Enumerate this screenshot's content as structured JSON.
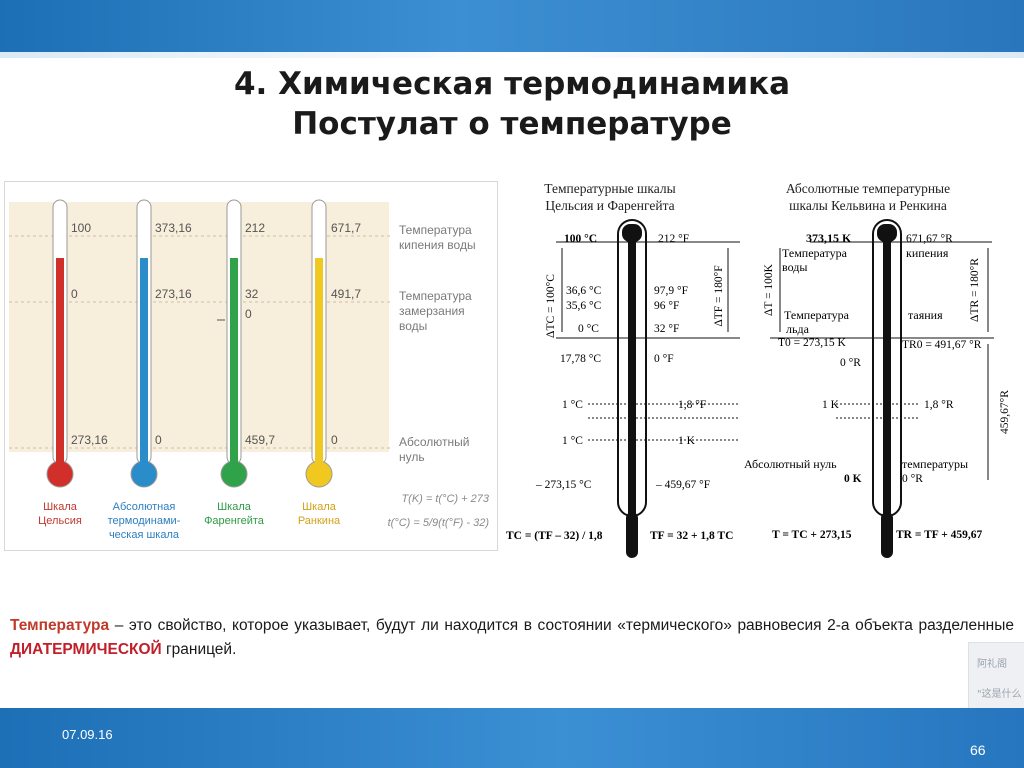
{
  "slide": {
    "title_line1": "4. Химическая термодинамика",
    "title_line2": "Постулат о температуре",
    "date": "07.09.16",
    "page_number": "66"
  },
  "paragraph": {
    "term": "Температура",
    "text_part1": " – это свойство, которое указывает, будут ли находится в состоянии «термического» равновесия 2-а объекта разделенные ",
    "highlight": "ДИАТЕРМИЧЕСКОЙ",
    "text_part2": " границей."
  },
  "left_figure": {
    "thermometers": [
      {
        "caption_1": "Шкала",
        "caption_2": "Цельсия",
        "caption_3": "",
        "top_value": "100",
        "mid_value": "0",
        "low_value": "273,16",
        "low_value_2": "",
        "liquid": "#d1302a"
      },
      {
        "caption_1": "Абсолютная",
        "caption_2": "термодинами-",
        "caption_3": "ческая шкала",
        "top_value": "373,16",
        "mid_value": "273,16",
        "low_value": "0",
        "low_value_2": "",
        "liquid": "#2a8cc8"
      },
      {
        "caption_1": "Шкала",
        "caption_2": "Фаренгейта",
        "caption_3": "",
        "top_value": "212",
        "mid_value": "32",
        "low_value": "459,7",
        "low_value_2": "0",
        "liquid": "#2fa24a"
      },
      {
        "caption_1": "Шкала",
        "caption_2": "Ранкина",
        "caption_3": "",
        "top_value": "671,7",
        "mid_value": "491,7",
        "low_value": "0",
        "low_value_2": "",
        "liquid": "#f0c820"
      }
    ],
    "labels": {
      "boiling_1": "Температура",
      "boiling_2": "кипения воды",
      "freezing_1": "Температура",
      "freezing_2": "замерзания",
      "freezing_3": "воды",
      "absolute_1": "Абсолютный",
      "absolute_2": "нуль"
    },
    "formula_1": "T(K) = t(°C) + 273",
    "formula_2": "t(°C) = 5/9(t(°F) - 32)",
    "caption_colors": {
      "celsius": "#c0392b",
      "kelvin": "#2e7fbf",
      "fahrenheit": "#2f9a45",
      "rankine": "#d4a017"
    }
  },
  "right_figure": {
    "heading_left_1": "Температурные шкалы",
    "heading_left_2": "Цельсия и Фаренгейта",
    "heading_right_1": "Абсолютные температурные",
    "heading_right_2": "шкалы Кельвина и Ренкина",
    "cf": {
      "c100": "100 °C",
      "c366": "36,6 °C",
      "c356": "35,6 °C",
      "c0": "0 °C",
      "c1778": "17,78 °C",
      "c1a": "1 °C",
      "c1b": "1 °C",
      "cabs": "– 273,15 °C",
      "f212": "212 °F",
      "f979": "97,9 °F",
      "f96": "96 °F",
      "f32": "32 °F",
      "f0": "0 °F",
      "f18": "1,8 °F",
      "k1": "1 K",
      "fabs": "– 459,67 °F",
      "dtc": "ΔTC = 100°C",
      "dtf": "ΔTF = 180°F",
      "formula_c": "TC = (TF – 32) / 1,8",
      "formula_f": "TF = 32 + 1,8 TC"
    },
    "kr": {
      "k37315": "373,15 K",
      "r67167": "671,67 °R",
      "water_1": "Температура",
      "water_2": "воды",
      "boil": "кипения",
      "ice_1": "Температура",
      "ice_2": "льда",
      "melt": "таяния",
      "t0k": "T0 = 273,15 K",
      "t0r": "TR0 = 491,67 °R",
      "r0": "0 °R",
      "k1": "1 K",
      "r18": "1,8 °R",
      "abs_zero": "Абсолютный нуль",
      "temps": "температуры",
      "k0": "0 K",
      "r0b": "0 °R",
      "dtk": "ΔT = 100K",
      "dtr": "ΔTR = 180°R",
      "r45967": "459,67°R",
      "formula_k": "T = TC + 273,15",
      "formula_r": "TR = TF + 459,67"
    }
  },
  "watermark": {
    "line1": "阿礼阁",
    "line2": "\"这是什么"
  }
}
